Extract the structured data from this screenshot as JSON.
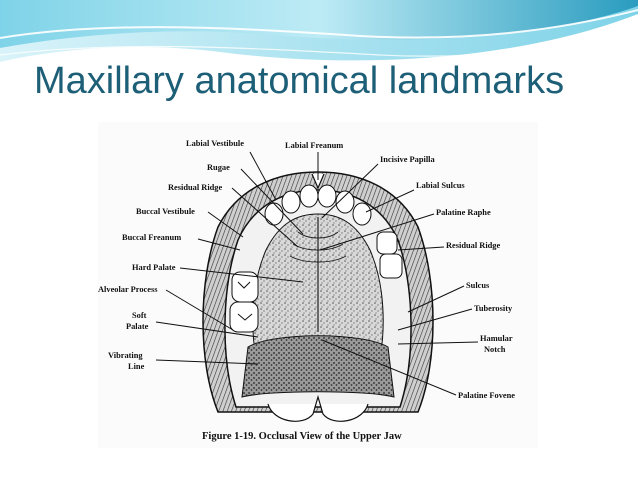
{
  "slide": {
    "title": "Maxillary anatomical landmarks",
    "colors": {
      "title": "#1e5f78",
      "wave_dark": "#2a9cbf",
      "wave_light": "#7fd3e8"
    }
  },
  "figure": {
    "caption": "Figure 1-19.  Occlusal View of the Upper Jaw",
    "labels": {
      "labial_vestibule": "Labial Vestibule",
      "labial_frenum": "Labial Freanum",
      "rugae": "Rugae",
      "incisive_papilla": "Incisive Papilla",
      "residual_ridge_left": "Residual Ridge",
      "labial_sulcus": "Labial Sulcus",
      "buccal_vestibule": "Buccal Vestibule",
      "palatine_raphe": "Palatine Raphe",
      "buccal_frenum": "Buccal Freanum",
      "residual_ridge_right": "Residual Ridge",
      "hard_palate": "Hard Palate",
      "sulcus": "Sulcus",
      "alveolar_process": "Alveolar Process",
      "tuberosity": "Tuberosity",
      "soft_palate_line1": "Soft",
      "soft_palate_line2": "Palate",
      "hamular_notch_line1": "Hamular",
      "hamular_notch_line2": "Notch",
      "vibrating_line_line1": "Vibrating",
      "vibrating_line_line2": "Line",
      "palatine_fovea": "Palatine Fovene"
    }
  }
}
